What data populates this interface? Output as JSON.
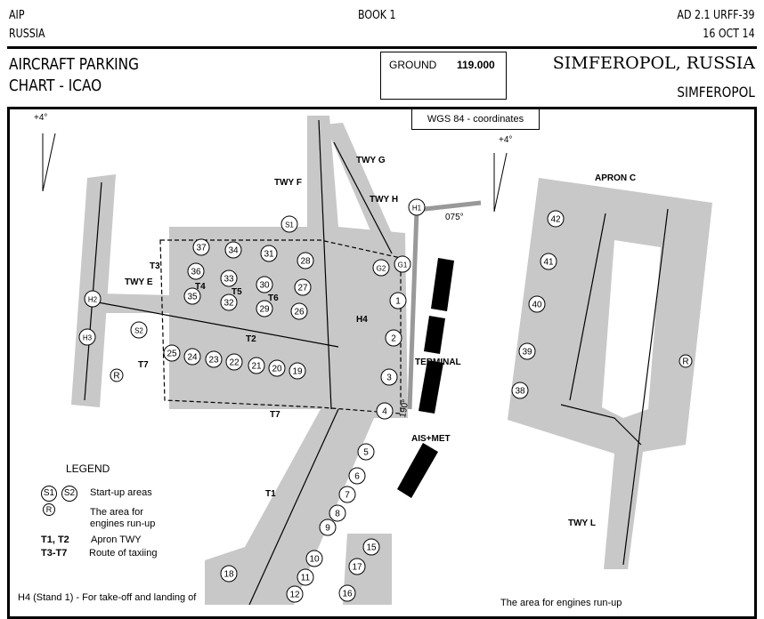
{
  "header": {
    "left_top": "AIP",
    "left_bottom": "RUSSIA",
    "center": "BOOK 1",
    "right_top": "AD 2.1 URFF-39",
    "right_bottom": "16 OCT 14"
  },
  "title": {
    "line1": "AIRCRAFT PARKING",
    "line2": "CHART - ICAO",
    "airport": "SIMFEROPOL, RUSSIA",
    "city": "SIMFEROPOL"
  },
  "frequency": {
    "label": "GROUND",
    "value": "119.000"
  },
  "wgs_label": "WGS 84 - coordinates",
  "variation": "+4°",
  "labels": {
    "twy_g": "TWY G",
    "twy_f": "TWY F",
    "twy_h": "TWY H",
    "twy_e": "TWY E",
    "hdg_075": "075°",
    "hdg_190": "190°",
    "t1": "T1",
    "t2": "T2",
    "t3": "T3",
    "t4": "T4",
    "t5": "T5",
    "t6": "T6",
    "t7": "T7",
    "h4": "H4",
    "terminal": "TERMINAL",
    "ais_met": "AIS+MET",
    "apron_c": "APRON C",
    "twy_l": "TWY L"
  },
  "stands_main": [
    "37",
    "34",
    "31",
    "28",
    "36",
    "33",
    "30",
    "27",
    "35",
    "32",
    "29",
    "26",
    "25",
    "24",
    "23",
    "22",
    "21",
    "20",
    "19",
    "1",
    "2",
    "3",
    "4",
    "5",
    "6",
    "7",
    "8",
    "9",
    "10",
    "11",
    "12",
    "15",
    "17",
    "16",
    "18",
    "G2",
    "G1",
    "H1",
    "H2",
    "H3",
    "S1",
    "S2",
    "R"
  ],
  "stands_apron_c": [
    "42",
    "41",
    "40",
    "39",
    "38",
    "R"
  ],
  "legend": {
    "title": "LEGEND",
    "s1": "S1",
    "s2": "S2",
    "startup": "Start-up areas",
    "r": "R",
    "runup_1": "The area for",
    "runup_2": "engines run-up",
    "t1t2": "T1, T2",
    "apron_twy": "Apron TWY",
    "t3t7": "T3-T7",
    "route": "Route of taxiing"
  },
  "notes": {
    "h4": "H4 (Stand 1) - For take-off and landing of",
    "runup": "The area for engines run-up"
  },
  "colors": {
    "pavement": "#c8c8c8",
    "ink": "#000000"
  }
}
